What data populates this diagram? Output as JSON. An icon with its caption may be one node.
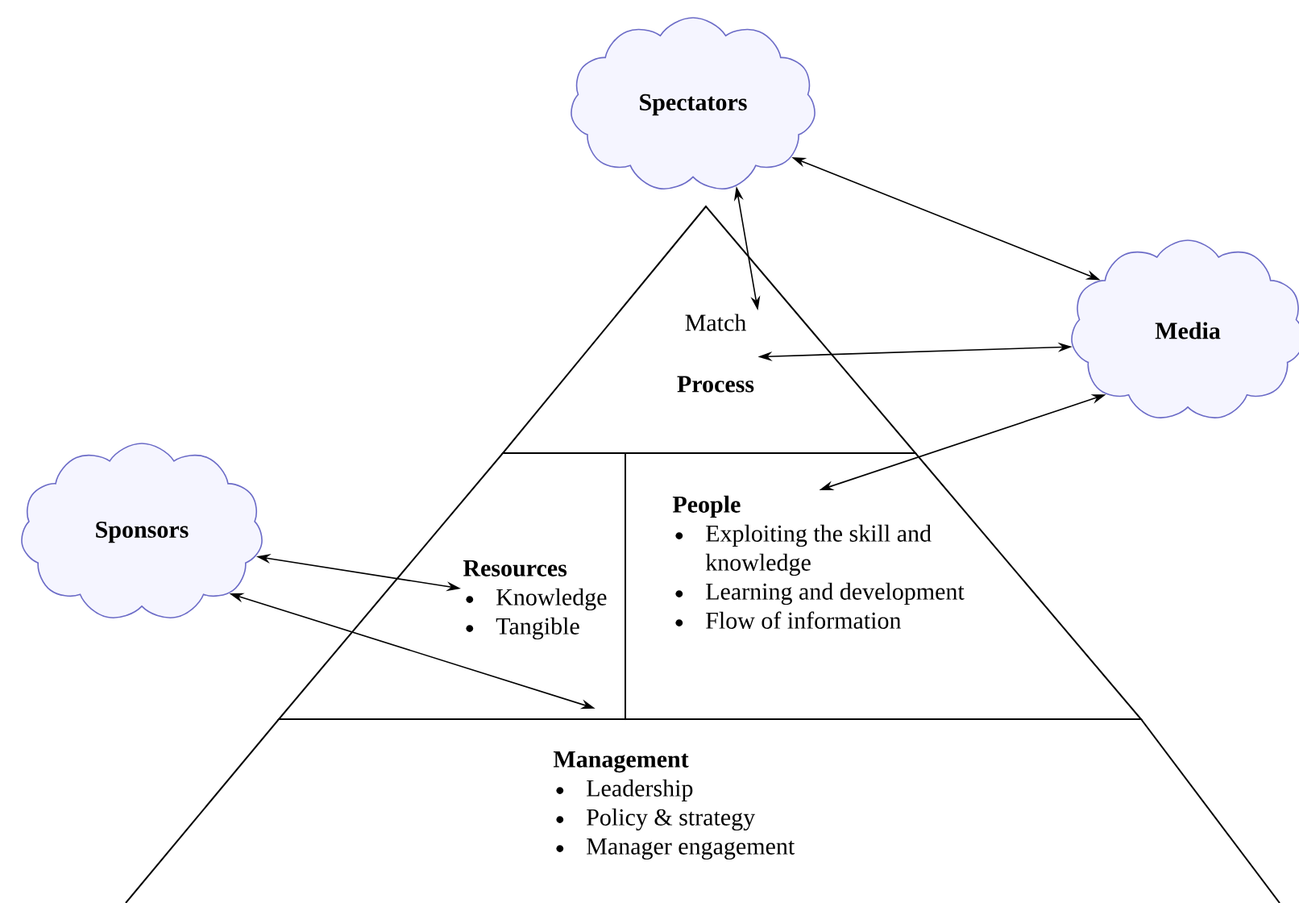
{
  "diagram": {
    "nodes": [
      {
        "text": [
          "Spectators"
        ]
      },
      {
        "text": [
          "Media"
        ]
      },
      {
        "text": [
          "Sponsors"
        ]
      },
      {
        "text": [
          "Match",
          "Process"
        ]
      },
      {
        "text": [
          "Resources",
          "Knowledge",
          "Tangible"
        ]
      },
      {
        "text": [
          "People",
          "Exploiting the skill and knowledge",
          "Learning and development",
          "Flow of information"
        ]
      },
      {
        "text": [
          "Management",
          "Leadership",
          "Policy & strategy",
          "Manager engagement"
        ]
      }
    ],
    "edges": [
      {
        "from": 0,
        "to": 3,
        "arrow": "both"
      },
      {
        "from": 0,
        "to": 1,
        "arrow": "both"
      },
      {
        "from": 3,
        "to": 1,
        "arrow": "both"
      },
      {
        "from": 5,
        "to": 1,
        "arrow": "both"
      },
      {
        "from": 2,
        "to": 4,
        "arrow": "both"
      },
      {
        "from": 2,
        "to": 4,
        "arrow": "both"
      }
    ]
  }
}
